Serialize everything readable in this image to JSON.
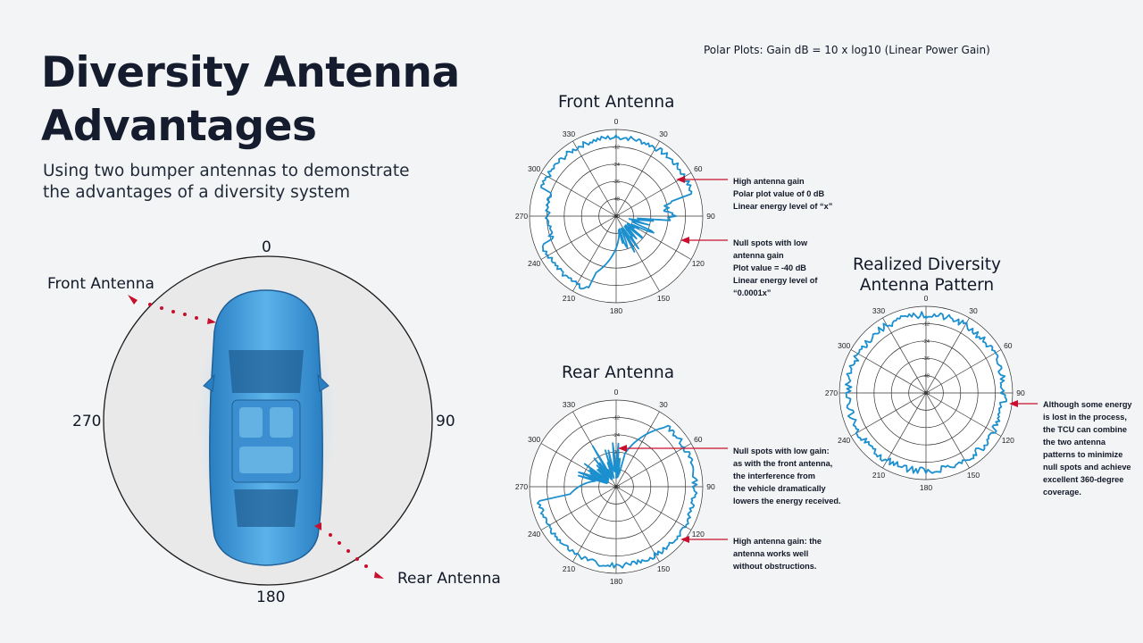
{
  "title": [
    "Diversity Antenna",
    "Advantages"
  ],
  "subtitle": [
    "Using two bumper antennas to demonstrate",
    "the advantages of a diversity system"
  ],
  "formula": "Polar Plots: Gain dB = 10 x log10 (Linear Power Gain)",
  "car_diagram": {
    "angles": {
      "top": "0",
      "right": "90",
      "bottom": "180",
      "left": "270"
    },
    "front_label": "Front Antenna",
    "rear_label": "Rear Antenna"
  },
  "polar_angle_labels": [
    "0",
    "30",
    "60",
    "90",
    "120",
    "150",
    "180",
    "210",
    "240",
    "270",
    "300",
    "330"
  ],
  "polar_ring_labels": [
    "-12",
    "-24",
    "-36",
    "-48",
    "-60"
  ],
  "plots": {
    "front": {
      "title": "Front Antenna",
      "notes": [
        [
          "High antenna gain",
          "Polar plot value of 0 dB",
          "Linear energy level of “x”"
        ],
        [
          "Null spots with low",
          "antenna gain",
          "Plot value = -40 dB",
          "Linear energy level of",
          "“0.0001x”"
        ]
      ]
    },
    "rear": {
      "title": "Rear Antenna",
      "notes": [
        [
          "Null spots with low gain:",
          "as with the front antenna,",
          "the interference from",
          "the vehicle dramatically",
          "lowers the energy received."
        ],
        [
          "High antenna gain: the",
          "antenna works well",
          "without obstructions."
        ]
      ]
    },
    "diversity": {
      "title": [
        "Realized Diversity",
        "Antenna Pattern"
      ],
      "notes": [
        [
          "Although some energy",
          "is lost in the process,",
          "the TCU can combine",
          "the two antenna",
          "patterns to minimize",
          "null spots and achieve",
          "excellent 360-degree",
          "coverage."
        ]
      ]
    }
  },
  "colors": {
    "pattern": "#1c8fcf",
    "arrow": "#c8102e",
    "text": "#151c2e",
    "car": "#3d9ad8"
  }
}
